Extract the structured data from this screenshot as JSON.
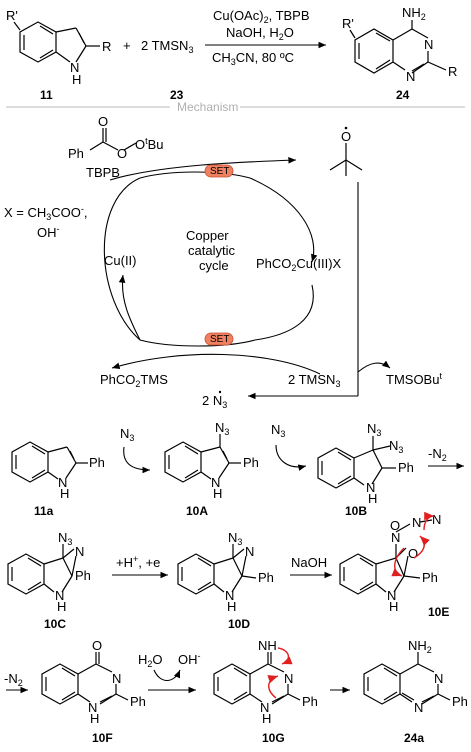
{
  "top": {
    "reagent": "2 TMSN",
    "reagent_sub": "3",
    "reagent_num": "23",
    "cond_1": "Cu(OAc)",
    "cond_1_sub": "2",
    "cond_1_tail": ", TBPB",
    "cond_2": "NaOH, H",
    "cond_2_sub": "2",
    "cond_2_tail": "O",
    "cond_3": "CH",
    "cond_3_sub": "3",
    "cond_3_tail": "CN, 80 ºC",
    "start_label": "11",
    "product_label": "24",
    "r_prime": "R'",
    "r": "R",
    "nh": "N",
    "h": "H",
    "nh2": "NH",
    "nh2_sub": "2",
    "n": "N"
  },
  "mechanism_title": "Mechanism",
  "cycle": {
    "tbpb_formula_ph": "Ph",
    "tbpb_o": "O",
    "tbpb_o2": "O",
    "tbpb_tbu": "Bu",
    "tbpb_t": "t",
    "tbpb_label": "TBPB",
    "set_label": "SET",
    "x_def_1": "X = CH",
    "x_def_1_sub": "3",
    "x_def_1_tail": "COO",
    "x_def_1_sup": "-",
    "x_def_1_end": ",",
    "x_def_2": "OH",
    "x_def_2_sup": "-",
    "cu2": "Cu(II)",
    "cu3_a": "PhCO",
    "cu3_sub": "2",
    "cu3_b": "Cu(III)X",
    "center_1": "Copper",
    "center_2": "catalytic",
    "center_3": "cycle",
    "tbuo_o": "O",
    "tmsn3": "2 TMSN",
    "tmsn3_sub": "3",
    "phco2tms_a": "PhCO",
    "phco2tms_sub": "2",
    "phco2tms_b": "TMS",
    "tmsobu": "TMSOBu",
    "tmsobu_sup": "t",
    "n3_radical": "2 N",
    "n3_radical_sub": "3"
  },
  "steps": {
    "n3": "N",
    "n3_sub": "3",
    "ph": "Ph",
    "minus_n2": "-N",
    "minus_n2_sub": "2",
    "h_e_label": "+H",
    "h_e_sup": "+",
    "h_e_tail": ", +e",
    "naoh": "NaOH",
    "h2o": "H",
    "h2o_sub": "2",
    "h2o_tail": "O",
    "oh": "OH",
    "oh_sup": "-",
    "nh": "N",
    "h": "H",
    "n": "N",
    "o": "O",
    "nh_imine": "NH",
    "nh2": "NH",
    "nh2_sub": "2",
    "labels": [
      "11a",
      "10A",
      "10B",
      "10C",
      "10D",
      "10E",
      "10F",
      "10G",
      "24a"
    ]
  }
}
